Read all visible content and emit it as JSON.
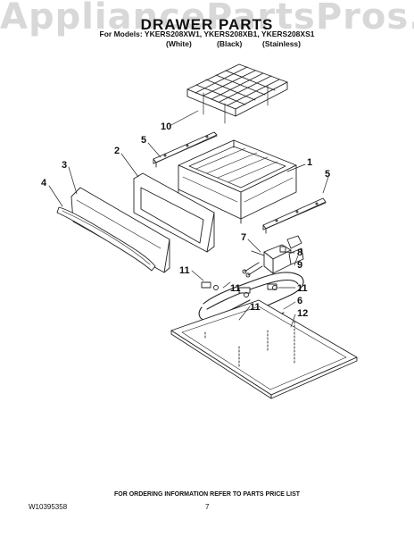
{
  "watermark": "AppliancePartsPros.com",
  "header": {
    "title": "DRAWER PARTS",
    "models_line": "For Models: YKERS208XW1, YKERS208XB1, YKERS208XS1",
    "variants": [
      "(White)",
      "(Black)",
      "(Stainless)"
    ]
  },
  "callouts": {
    "c1": "1",
    "c2": "2",
    "c3": "3",
    "c4": "4",
    "c5a": "5",
    "c5b": "5",
    "c6": "6",
    "c7": "7",
    "c8": "8",
    "c9": "9",
    "c10": "10",
    "c11a": "11",
    "c11b": "11",
    "c11c": "11",
    "c11d": "11",
    "c12": "12"
  },
  "footer": {
    "note": "FOR ORDERING INFORMATION REFER TO PARTS PRICE LIST",
    "doc_number": "W10395358",
    "page_number": "7"
  }
}
